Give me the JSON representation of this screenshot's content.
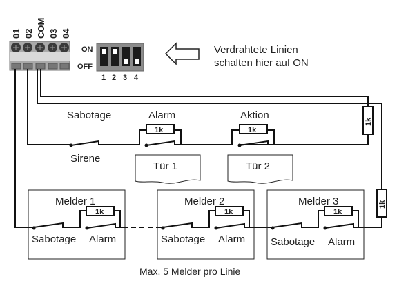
{
  "terminal_block": {
    "terminals": [
      "01",
      "02",
      "COM",
      "03",
      "04"
    ]
  },
  "dip_switch": {
    "on_label": "ON",
    "off_label": "OFF",
    "switch_numbers": [
      "1",
      "2",
      "3",
      "4"
    ],
    "states": [
      "ON",
      "ON",
      "OFF",
      "OFF"
    ]
  },
  "instruction": {
    "line1": "Verdrahtete Linien",
    "line2": "schalten hier auf ON"
  },
  "upper_circuit": {
    "sabotage_label": "Sabotage",
    "sirene_label": "Sirene",
    "alarm_label": "Alarm",
    "aktion_label": "Aktion",
    "resistor_value": "1k",
    "end_resistor_value": "1k",
    "door1_label": "Tür 1",
    "door2_label": "Tür 2"
  },
  "detectors": [
    {
      "title": "Melder 1",
      "sabotage_label": "Sabotage",
      "alarm_label": "Alarm",
      "resistor_value": "1k"
    },
    {
      "title": "Melder 2",
      "sabotage_label": "Sabotage",
      "alarm_label": "Alarm",
      "resistor_value": "1k"
    },
    {
      "title": "Melder 3",
      "sabotage_label": "Sabotage",
      "alarm_label": "Alarm",
      "resistor_value": "1k"
    }
  ],
  "lower_end_resistor_value": "1k",
  "footer_note": "Max. 5 Melder pro Linie"
}
